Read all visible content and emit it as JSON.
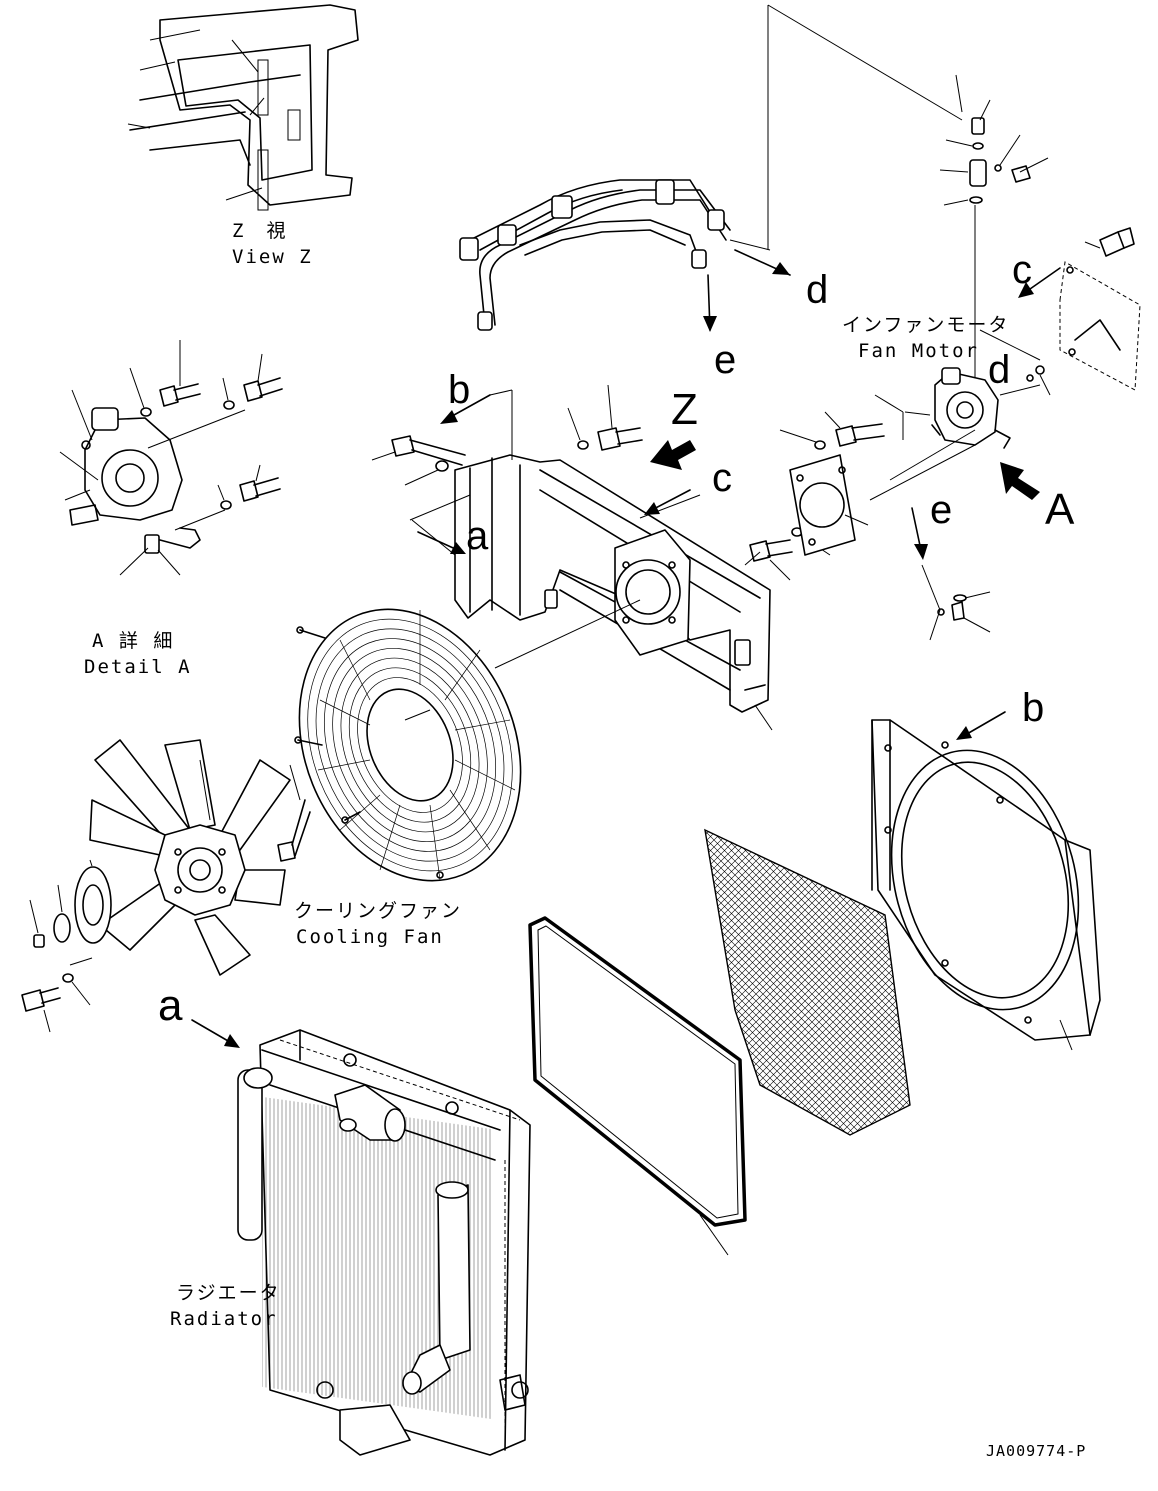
{
  "callouts": {
    "a_top": "a",
    "a_bottom": "a",
    "b_top": "b",
    "b_right": "b",
    "c_center": "c",
    "c_right": "c",
    "d_hose": "d",
    "d_motor": "d",
    "e_hose": "e",
    "e_motor": "e",
    "view_arrow": "Z",
    "detail_arrow": "A"
  },
  "captions": {
    "view_z_jp": "Z　視",
    "view_z_en": "View Z",
    "fan_motor_jp": "インファンモータ",
    "fan_motor_en": "Fan Motor",
    "detail_a_jp": "A 詳 細",
    "detail_a_en": "Detail A",
    "cooling_fan_jp": "クーリングファン",
    "cooling_fan_en": "Cooling Fan",
    "radiator_jp": "ラジエータ",
    "radiator_en": "Radiator"
  },
  "drawing_ref": "JA009774-P"
}
